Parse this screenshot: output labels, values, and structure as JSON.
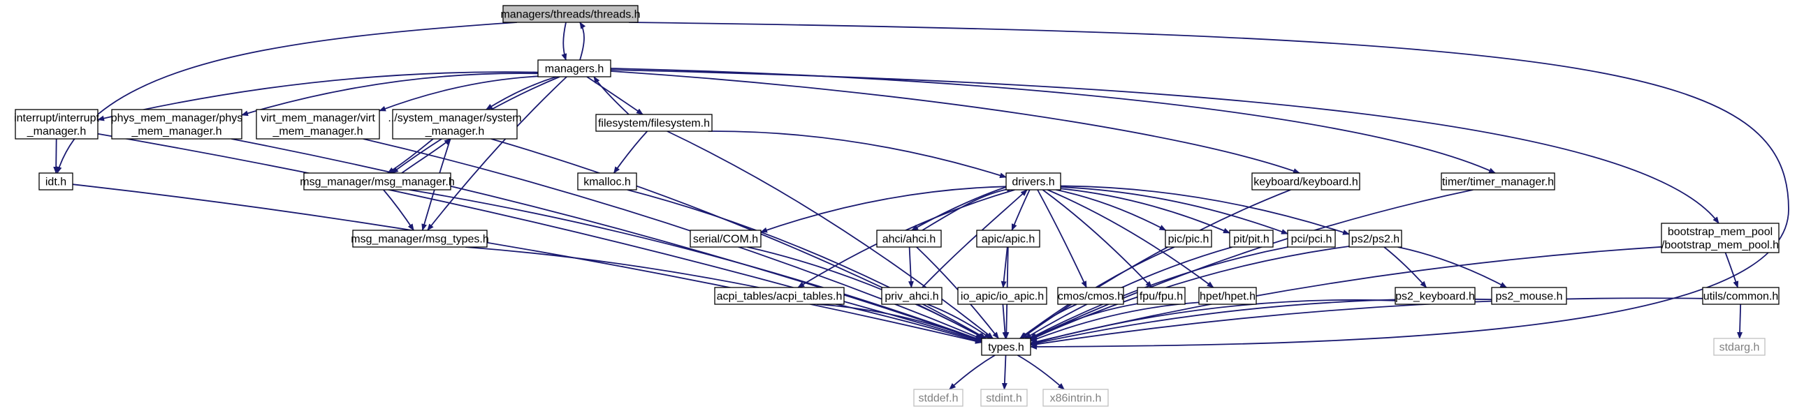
{
  "diagram": {
    "type": "include-dependency-graph",
    "colors": {
      "edge": "#191970",
      "root_fill": "#bfbfbf",
      "external_border": "#bfbfbf",
      "external_text": "#808080"
    },
    "nodes": [
      {
        "id": "threads",
        "lines": [
          "managers/threads/threads.h"
        ],
        "style": "root"
      },
      {
        "id": "managers",
        "lines": [
          "managers.h"
        ]
      },
      {
        "id": "idt",
        "lines": [
          "idt.h"
        ]
      },
      {
        "id": "interrupt",
        "lines": [
          "interrupt/interrupt",
          "_manager.h"
        ]
      },
      {
        "id": "phys",
        "lines": [
          "phys_mem_manager/phys",
          "_mem_manager.h"
        ]
      },
      {
        "id": "virt",
        "lines": [
          "virt_mem_manager/virt",
          "_mem_manager.h"
        ]
      },
      {
        "id": "sysmgr",
        "lines": [
          "../system_manager/system",
          "_manager.h"
        ]
      },
      {
        "id": "msgmgr",
        "lines": [
          "msg_manager/msg_manager.h"
        ]
      },
      {
        "id": "msgtypes",
        "lines": [
          "msg_manager/msg_types.h"
        ]
      },
      {
        "id": "fs",
        "lines": [
          "filesystem/filesystem.h"
        ]
      },
      {
        "id": "kmalloc",
        "lines": [
          "kmalloc.h"
        ]
      },
      {
        "id": "drivers",
        "lines": [
          "drivers.h"
        ]
      },
      {
        "id": "keyboard",
        "lines": [
          "keyboard/keyboard.h"
        ]
      },
      {
        "id": "timer",
        "lines": [
          "timer/timer_manager.h"
        ]
      },
      {
        "id": "bootstrap",
        "lines": [
          "bootstrap_mem_pool",
          "/bootstrap_mem_pool.h"
        ]
      },
      {
        "id": "com",
        "lines": [
          "serial/COM.h"
        ]
      },
      {
        "id": "acpi",
        "lines": [
          "acpi_tables/acpi_tables.h"
        ]
      },
      {
        "id": "ahci",
        "lines": [
          "ahci/ahci.h"
        ]
      },
      {
        "id": "privahci",
        "lines": [
          "priv_ahci.h"
        ]
      },
      {
        "id": "apic",
        "lines": [
          "apic/apic.h"
        ]
      },
      {
        "id": "ioapic",
        "lines": [
          "io_apic/io_apic.h"
        ]
      },
      {
        "id": "cmos",
        "lines": [
          "cmos/cmos.h"
        ]
      },
      {
        "id": "fpu",
        "lines": [
          "fpu/fpu.h"
        ]
      },
      {
        "id": "hpet",
        "lines": [
          "hpet/hpet.h"
        ]
      },
      {
        "id": "pic",
        "lines": [
          "pic/pic.h"
        ]
      },
      {
        "id": "pit",
        "lines": [
          "pit/pit.h"
        ]
      },
      {
        "id": "pci",
        "lines": [
          "pci/pci.h"
        ]
      },
      {
        "id": "ps2",
        "lines": [
          "ps2/ps2.h"
        ]
      },
      {
        "id": "ps2kbd",
        "lines": [
          "ps2_keyboard.h"
        ]
      },
      {
        "id": "ps2mouse",
        "lines": [
          "ps2_mouse.h"
        ]
      },
      {
        "id": "utils",
        "lines": [
          "utils/common.h"
        ]
      },
      {
        "id": "types",
        "lines": [
          "types.h"
        ]
      },
      {
        "id": "stdarg",
        "lines": [
          "stdarg.h"
        ],
        "style": "external"
      },
      {
        "id": "stddef",
        "lines": [
          "stddef.h"
        ],
        "style": "external"
      },
      {
        "id": "stdint",
        "lines": [
          "stdint.h"
        ],
        "style": "external"
      },
      {
        "id": "x86intrin",
        "lines": [
          "x86intrin.h"
        ],
        "style": "external"
      }
    ],
    "edges": [
      [
        "threads",
        "managers"
      ],
      [
        "managers",
        "threads"
      ],
      [
        "threads",
        "idt"
      ],
      [
        "threads",
        "types"
      ],
      [
        "managers",
        "interrupt"
      ],
      [
        "managers",
        "phys"
      ],
      [
        "managers",
        "virt"
      ],
      [
        "managers",
        "sysmgr"
      ],
      [
        "managers",
        "msgmgr"
      ],
      [
        "managers",
        "msgtypes"
      ],
      [
        "managers",
        "fs"
      ],
      [
        "fs",
        "managers"
      ],
      [
        "managers",
        "keyboard"
      ],
      [
        "managers",
        "timer"
      ],
      [
        "managers",
        "bootstrap"
      ],
      [
        "interrupt",
        "idt"
      ],
      [
        "interrupt",
        "types"
      ],
      [
        "idt",
        "types"
      ],
      [
        "phys",
        "types"
      ],
      [
        "virt",
        "types"
      ],
      [
        "sysmgr",
        "msgmgr"
      ],
      [
        "msgmgr",
        "sysmgr"
      ],
      [
        "sysmgr",
        "msgtypes"
      ],
      [
        "sysmgr",
        "types"
      ],
      [
        "msgmgr",
        "msgtypes"
      ],
      [
        "msgmgr",
        "types"
      ],
      [
        "msgtypes",
        "types"
      ],
      [
        "fs",
        "kmalloc"
      ],
      [
        "fs",
        "drivers"
      ],
      [
        "fs",
        "types"
      ],
      [
        "kmalloc",
        "types"
      ],
      [
        "drivers",
        "com"
      ],
      [
        "drivers",
        "acpi"
      ],
      [
        "drivers",
        "ahci"
      ],
      [
        "ahci",
        "drivers"
      ],
      [
        "drivers",
        "apic"
      ],
      [
        "drivers",
        "cmos"
      ],
      [
        "drivers",
        "fpu"
      ],
      [
        "drivers",
        "hpet"
      ],
      [
        "drivers",
        "pic"
      ],
      [
        "drivers",
        "pit"
      ],
      [
        "drivers",
        "pci"
      ],
      [
        "drivers",
        "ps2"
      ],
      [
        "privahci",
        "drivers"
      ],
      [
        "com",
        "types"
      ],
      [
        "acpi",
        "types"
      ],
      [
        "ahci",
        "privahci"
      ],
      [
        "ahci",
        "types"
      ],
      [
        "privahci",
        "types"
      ],
      [
        "apic",
        "ioapic"
      ],
      [
        "apic",
        "types"
      ],
      [
        "ioapic",
        "types"
      ],
      [
        "cmos",
        "types"
      ],
      [
        "fpu",
        "types"
      ],
      [
        "hpet",
        "types"
      ],
      [
        "pic",
        "types"
      ],
      [
        "pit",
        "types"
      ],
      [
        "pci",
        "types"
      ],
      [
        "ps2",
        "ps2kbd"
      ],
      [
        "ps2",
        "ps2mouse"
      ],
      [
        "ps2",
        "types"
      ],
      [
        "ps2kbd",
        "types"
      ],
      [
        "ps2mouse",
        "types"
      ],
      [
        "keyboard",
        "types"
      ],
      [
        "timer",
        "types"
      ],
      [
        "bootstrap",
        "utils"
      ],
      [
        "bootstrap",
        "types"
      ],
      [
        "utils",
        "types"
      ],
      [
        "utils",
        "stdarg"
      ],
      [
        "types",
        "stddef"
      ],
      [
        "types",
        "stdint"
      ],
      [
        "types",
        "x86intrin"
      ]
    ]
  }
}
